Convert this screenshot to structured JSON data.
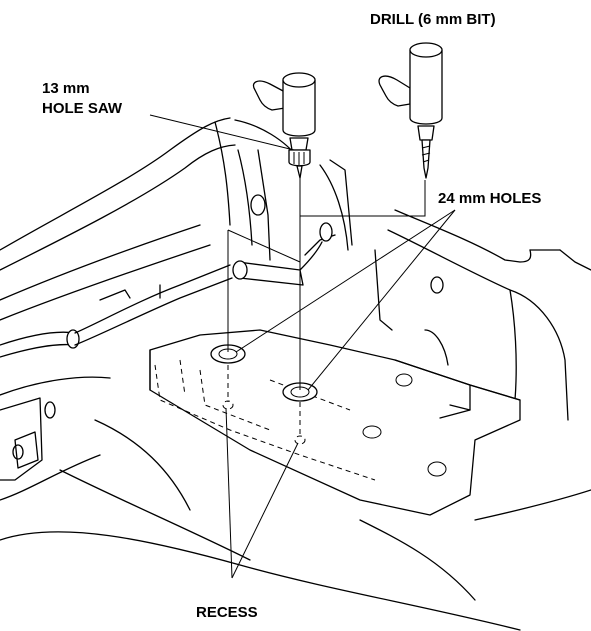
{
  "labels": {
    "drill": "DRILL (6 mm BIT)",
    "hole_saw_line1": "13 mm",
    "hole_saw_line2": "HOLE SAW",
    "holes": "24 mm HOLES",
    "recess": "RECESS"
  }
}
